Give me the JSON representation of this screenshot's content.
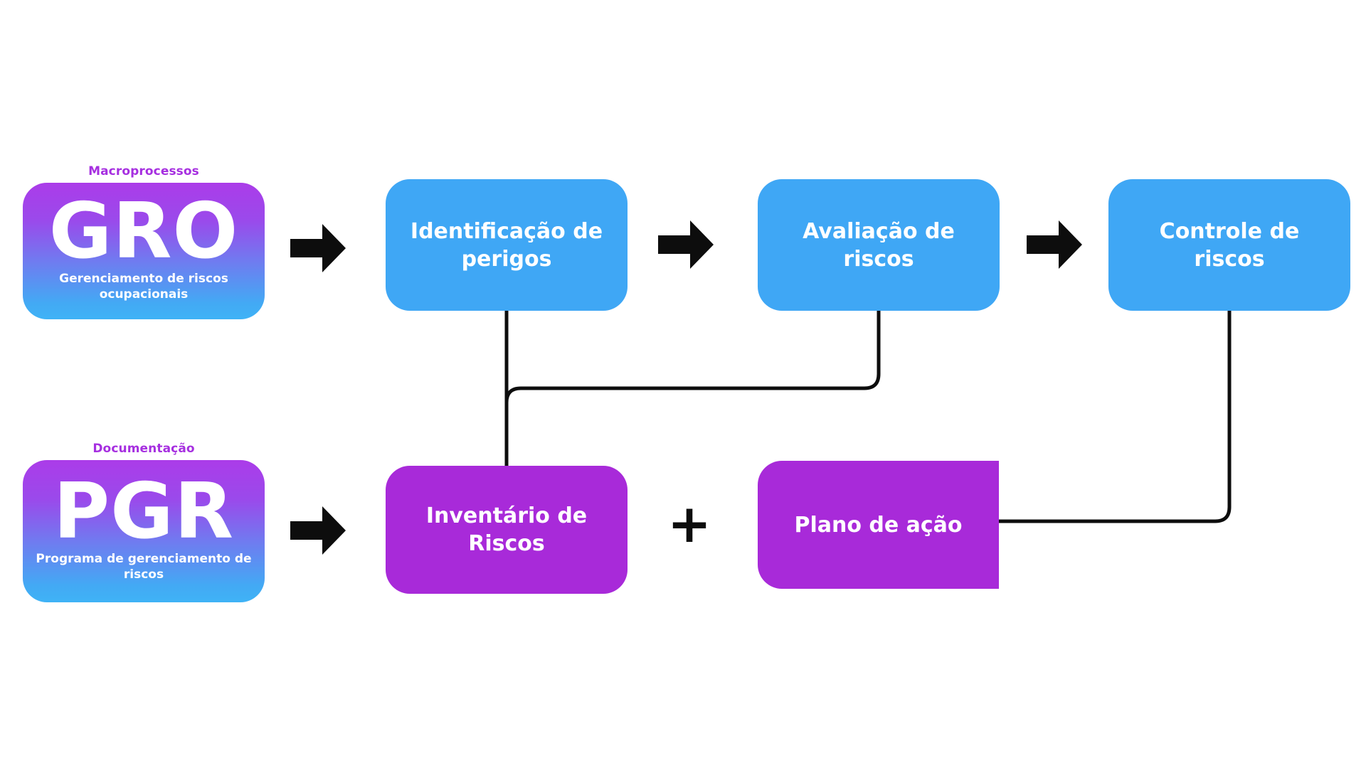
{
  "diagram": {
    "title_acronyms": [
      {
        "id": "gro",
        "kicker": "Macroprocessos",
        "letters": "GRO",
        "subtitle": "Gerenciamento de riscos ocupacionais"
      },
      {
        "id": "pgr",
        "kicker": "Documentação",
        "letters": "PGR",
        "subtitle": "Programa de gerenciamento de riscos"
      }
    ],
    "process_row": [
      {
        "id": "identificacao",
        "label": "Identificação de perigos",
        "color": "#3fa7f5"
      },
      {
        "id": "avaliacao",
        "label": "Avaliação de riscos",
        "color": "#3fa7f5"
      },
      {
        "id": "controle",
        "label": "Controle de riscos",
        "color": "#3fa7f5"
      }
    ],
    "document_row": [
      {
        "id": "inventario",
        "label": "Inventário de Riscos",
        "color": "#a82ad9"
      },
      {
        "id": "plano",
        "label": "Plano de ação",
        "color": "#a82ad9"
      }
    ],
    "operators": {
      "plus": "+",
      "arrow_glyph": "arrow-right"
    },
    "arrows": [
      {
        "id": "gro-to-identificacao",
        "from": "gro",
        "to": "identificacao"
      },
      {
        "id": "identificacao-to-avaliacao",
        "from": "identificacao",
        "to": "avaliacao"
      },
      {
        "id": "avaliacao-to-controle",
        "from": "avaliacao",
        "to": "controle"
      },
      {
        "id": "pgr-to-inventario",
        "from": "pgr",
        "to": "inventario"
      }
    ],
    "connectors": [
      {
        "id": "identificacao-to-inventario",
        "from": "identificacao",
        "to": "inventario"
      },
      {
        "id": "avaliacao-to-inventario",
        "from": "avaliacao",
        "to": "inventario"
      },
      {
        "id": "controle-to-plano",
        "from": "controle",
        "to": "plano"
      }
    ],
    "colors": {
      "blue": "#3fa7f5",
      "purple": "#a82ad9",
      "kicker": "#a62fe0",
      "line": "#0d0d0d",
      "gradient_top": "#ab3ce9",
      "gradient_bottom": "#3fb3f6",
      "background": "#ffffff",
      "text_on_card": "#ffffff"
    }
  }
}
